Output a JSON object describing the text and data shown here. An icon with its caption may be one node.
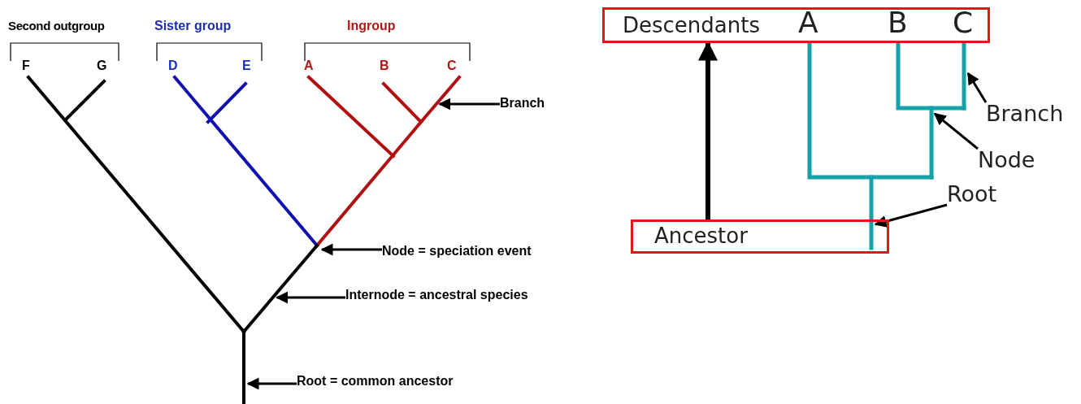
{
  "diagram": {
    "nodes": [
      {
        "text": [
          "Branch"
        ]
      },
      {
        "text": [
          "Node = speciation event"
        ]
      },
      {
        "text": [
          "Internode = ancestral species"
        ]
      },
      {
        "text": [
          "Root = common ancestor"
        ]
      },
      {
        "text": [
          "Descendants",
          "A",
          "B",
          "C"
        ]
      },
      {
        "text": [
          "Ancestor"
        ]
      },
      {
        "text": [
          "Branch"
        ]
      },
      {
        "text": [
          "Node"
        ]
      },
      {
        "text": [
          "Root"
        ]
      },
      {
        "text": [],
        "shape": "line"
      },
      {
        "text": [],
        "shape": "line"
      },
      {
        "text": [],
        "shape": "line"
      },
      {
        "text": [],
        "shape": "line"
      },
      {
        "text": [],
        "shape": "line"
      },
      {
        "text": [],
        "shape": "line"
      }
    ],
    "edges": [
      {
        "from": 0,
        "to": 9,
        "arrow": "to"
      },
      {
        "from": 1,
        "to": 10,
        "arrow": "to"
      },
      {
        "from": 2,
        "to": 10,
        "arrow": "to"
      },
      {
        "from": 3,
        "to": 11,
        "arrow": "to"
      },
      {
        "from": 5,
        "to": 4,
        "arrow": "to",
        "style": "thick"
      },
      {
        "from": 6,
        "to": 12,
        "arrow": "to"
      },
      {
        "from": 7,
        "to": 13,
        "arrow": "to"
      },
      {
        "from": 8,
        "to": 14,
        "arrow": "to"
      }
    ],
    "labels": [
      "Second outgroup",
      "Sister group",
      "Ingroup",
      "F",
      "G",
      "D",
      "E",
      "A",
      "B",
      "C"
    ]
  }
}
